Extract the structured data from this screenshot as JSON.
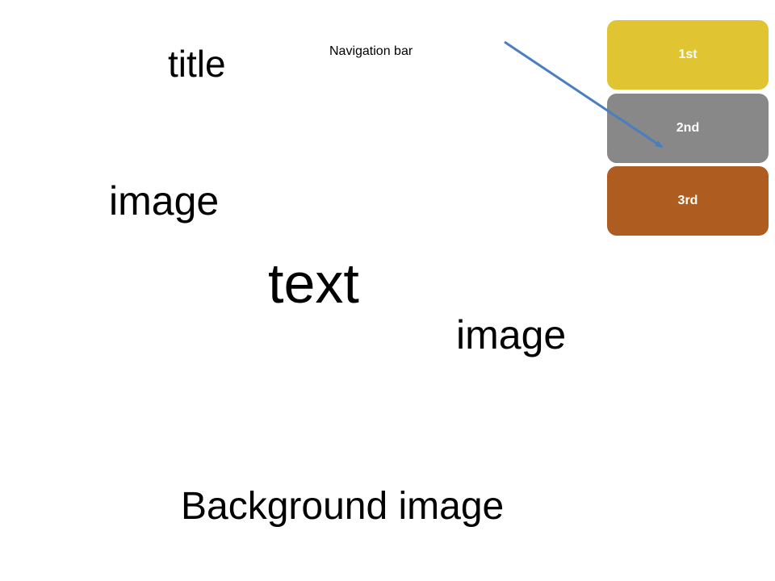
{
  "labels": {
    "title": "title",
    "nav_bar": "Navigation bar",
    "image_top": "image",
    "text": "text",
    "image_bottom": "image",
    "background": "Background image"
  },
  "nav_buttons": [
    {
      "label": "1st",
      "color": "#E0C431"
    },
    {
      "label": "2nd",
      "color": "#888888"
    },
    {
      "label": "3rd",
      "color": "#AE5C1F"
    }
  ],
  "arrow_color": "#4A7EC0"
}
